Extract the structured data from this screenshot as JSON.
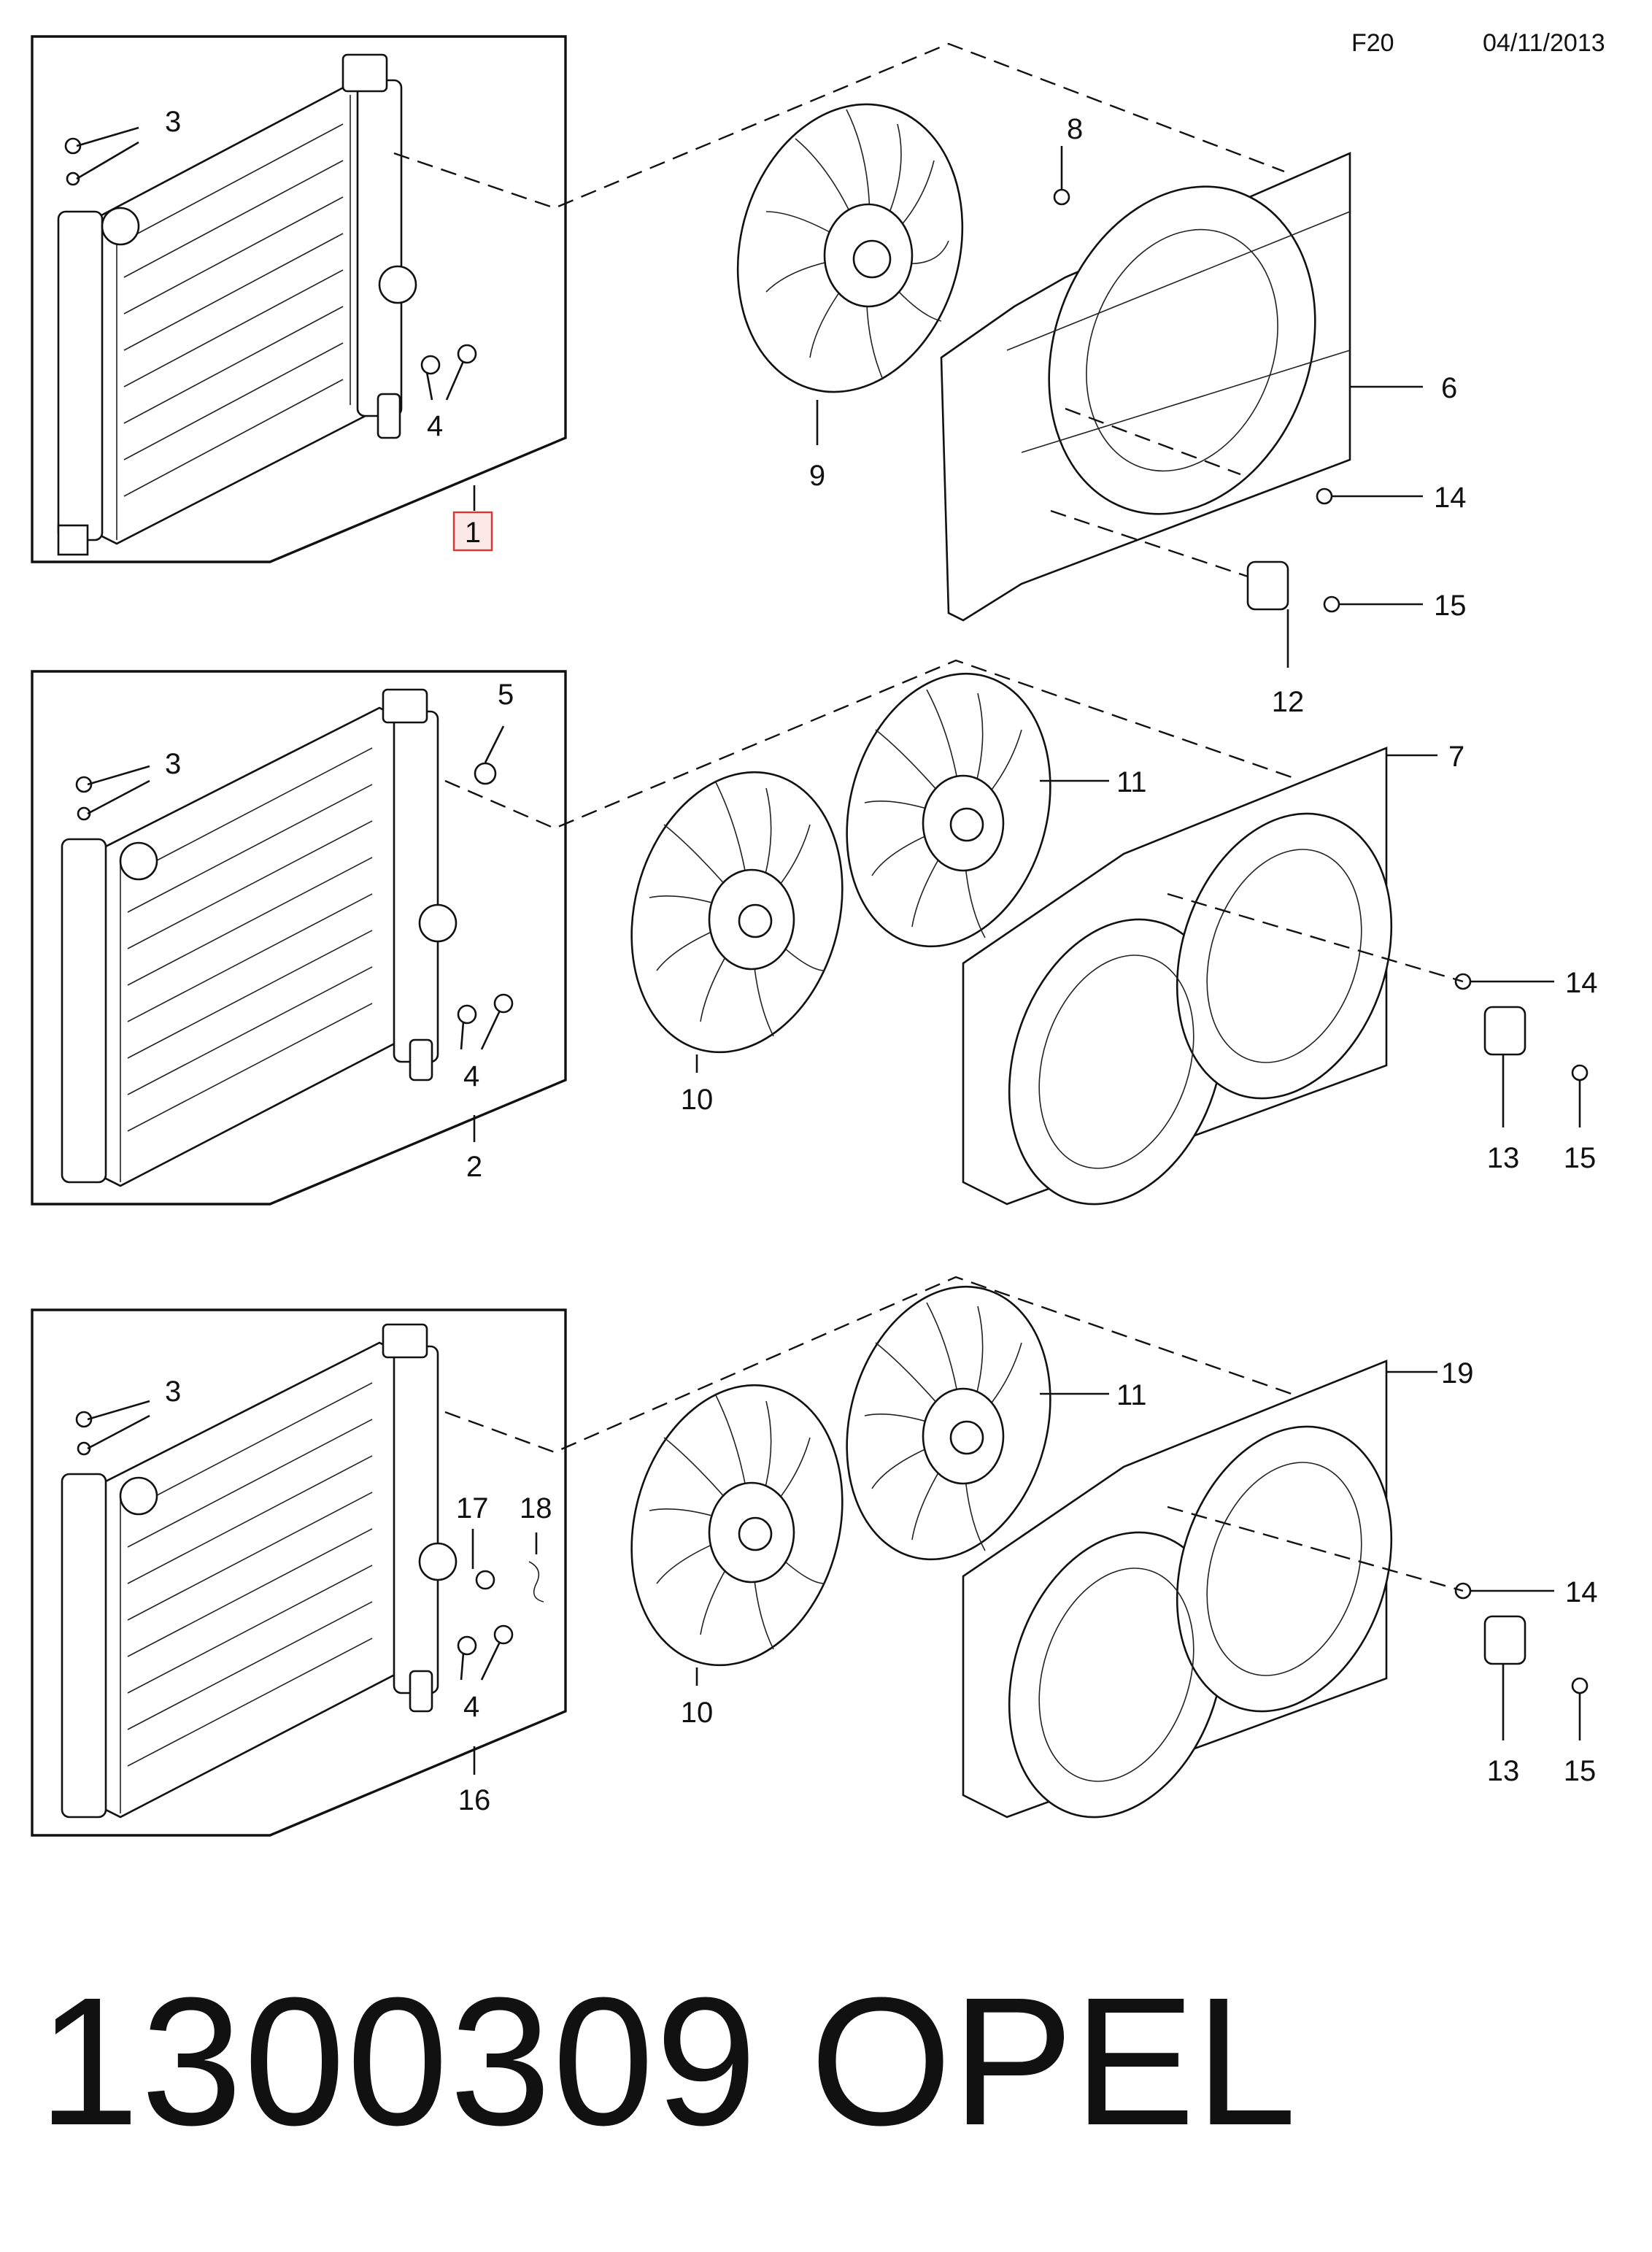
{
  "header": {
    "code": "F20",
    "date": "04/11/2013"
  },
  "footer": {
    "part_number": "1300309",
    "brand": "OPEL"
  },
  "callouts": {
    "highlighted": "1",
    "labels": [
      "1",
      "2",
      "3",
      "3",
      "3",
      "4",
      "4",
      "4",
      "5",
      "6",
      "7",
      "8",
      "9",
      "10",
      "10",
      "11",
      "11",
      "12",
      "13",
      "13",
      "14",
      "14",
      "14",
      "15",
      "15",
      "15",
      "16",
      "17",
      "18",
      "19"
    ]
  },
  "colors": {
    "line": "#111111",
    "highlight_border": "#dd3333",
    "highlight_fill": "#fde8e8"
  }
}
